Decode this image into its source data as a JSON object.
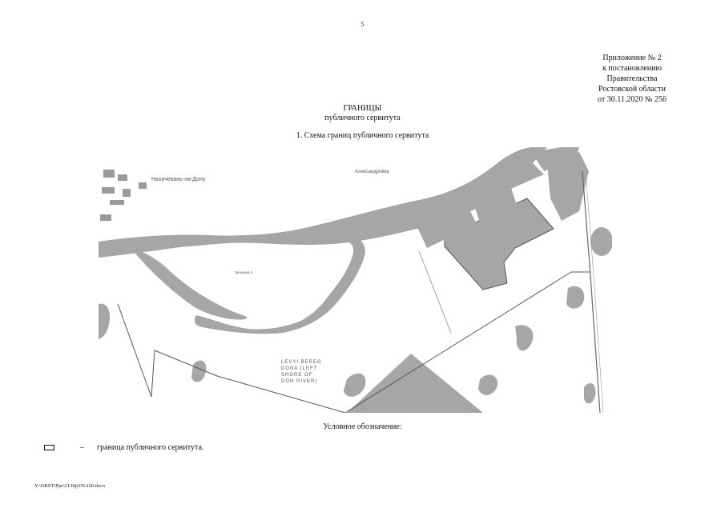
{
  "page_number": "5",
  "appendix": {
    "line1": "Приложение № 2",
    "line2": "к постановлению",
    "line3": "Правительства",
    "line4": "Ростовской области",
    "line5": "от 30.11.2020 № 256"
  },
  "title": {
    "main": "ГРАНИЦЫ",
    "sub": "публичного сервитута"
  },
  "scheme_title": "1. Схема границ публичного сервитута",
  "map": {
    "label_city": "Нахичевань-на-Дону",
    "label_district": "Александровка",
    "label_island": "Зеленый о.",
    "label_bank_1": "LEVYI BEREG",
    "label_bank_2": "DONA (LEFT",
    "label_bank_3": "SHORE OF",
    "label_bank_4": "DON RIVER)",
    "colors": {
      "water": "#a6a6a6",
      "line": "#555555",
      "paper": "#ffffff"
    }
  },
  "legend": {
    "title": "Условное обозначение:",
    "dash": "–",
    "item": "граница публичного сервитута."
  },
  "footer_path": "Y:\\ORST\\Ppo\\1130p256.f20.docx"
}
